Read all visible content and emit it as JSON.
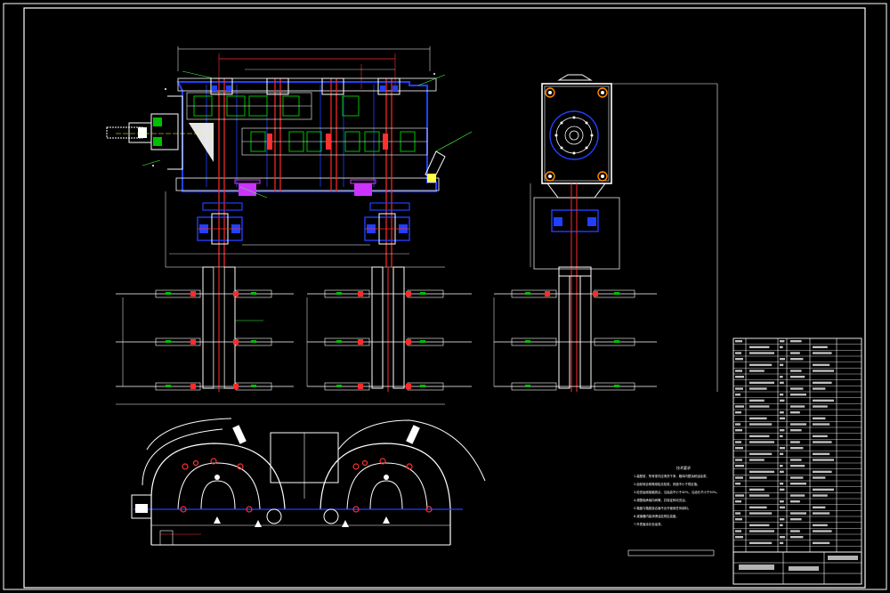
{
  "drawing": {
    "frame_color": "#ffffff",
    "background": "#000000",
    "accent_colors": {
      "shaft": "#ff2a2a",
      "housing": "#2040ff",
      "gear": "#00c000",
      "bearing_cap": "#cc33ff",
      "centerline": "#ffff40",
      "dimension": "#ff3030",
      "leader": "#40ff40"
    },
    "views": [
      "front-section-view",
      "side-view",
      "plan-view"
    ],
    "technical_requirements_title": "技术要求",
    "technical_requirements": [
      "1.装配前，所有零件应清洗干净，箱体内壁涂耐油油漆。",
      "2.齿轮啮合侧隙用铅丝检验，其值不小于规定值。",
      "3.检查齿面接触斑点，沿齿高不小于40%，沿齿长不小于50%。",
      "4.调整轴承轴向间隙，并保证转动灵活。",
      "5.箱盖与箱座接合面不允许使用任何填料。",
      "6.减速器内装润滑油至规定高度。",
      "7.外表面涂灰色油漆。"
    ],
    "parts_table_rows": 36,
    "title_block": {
      "drawing_title": "",
      "scale": "",
      "sheet": ""
    }
  }
}
